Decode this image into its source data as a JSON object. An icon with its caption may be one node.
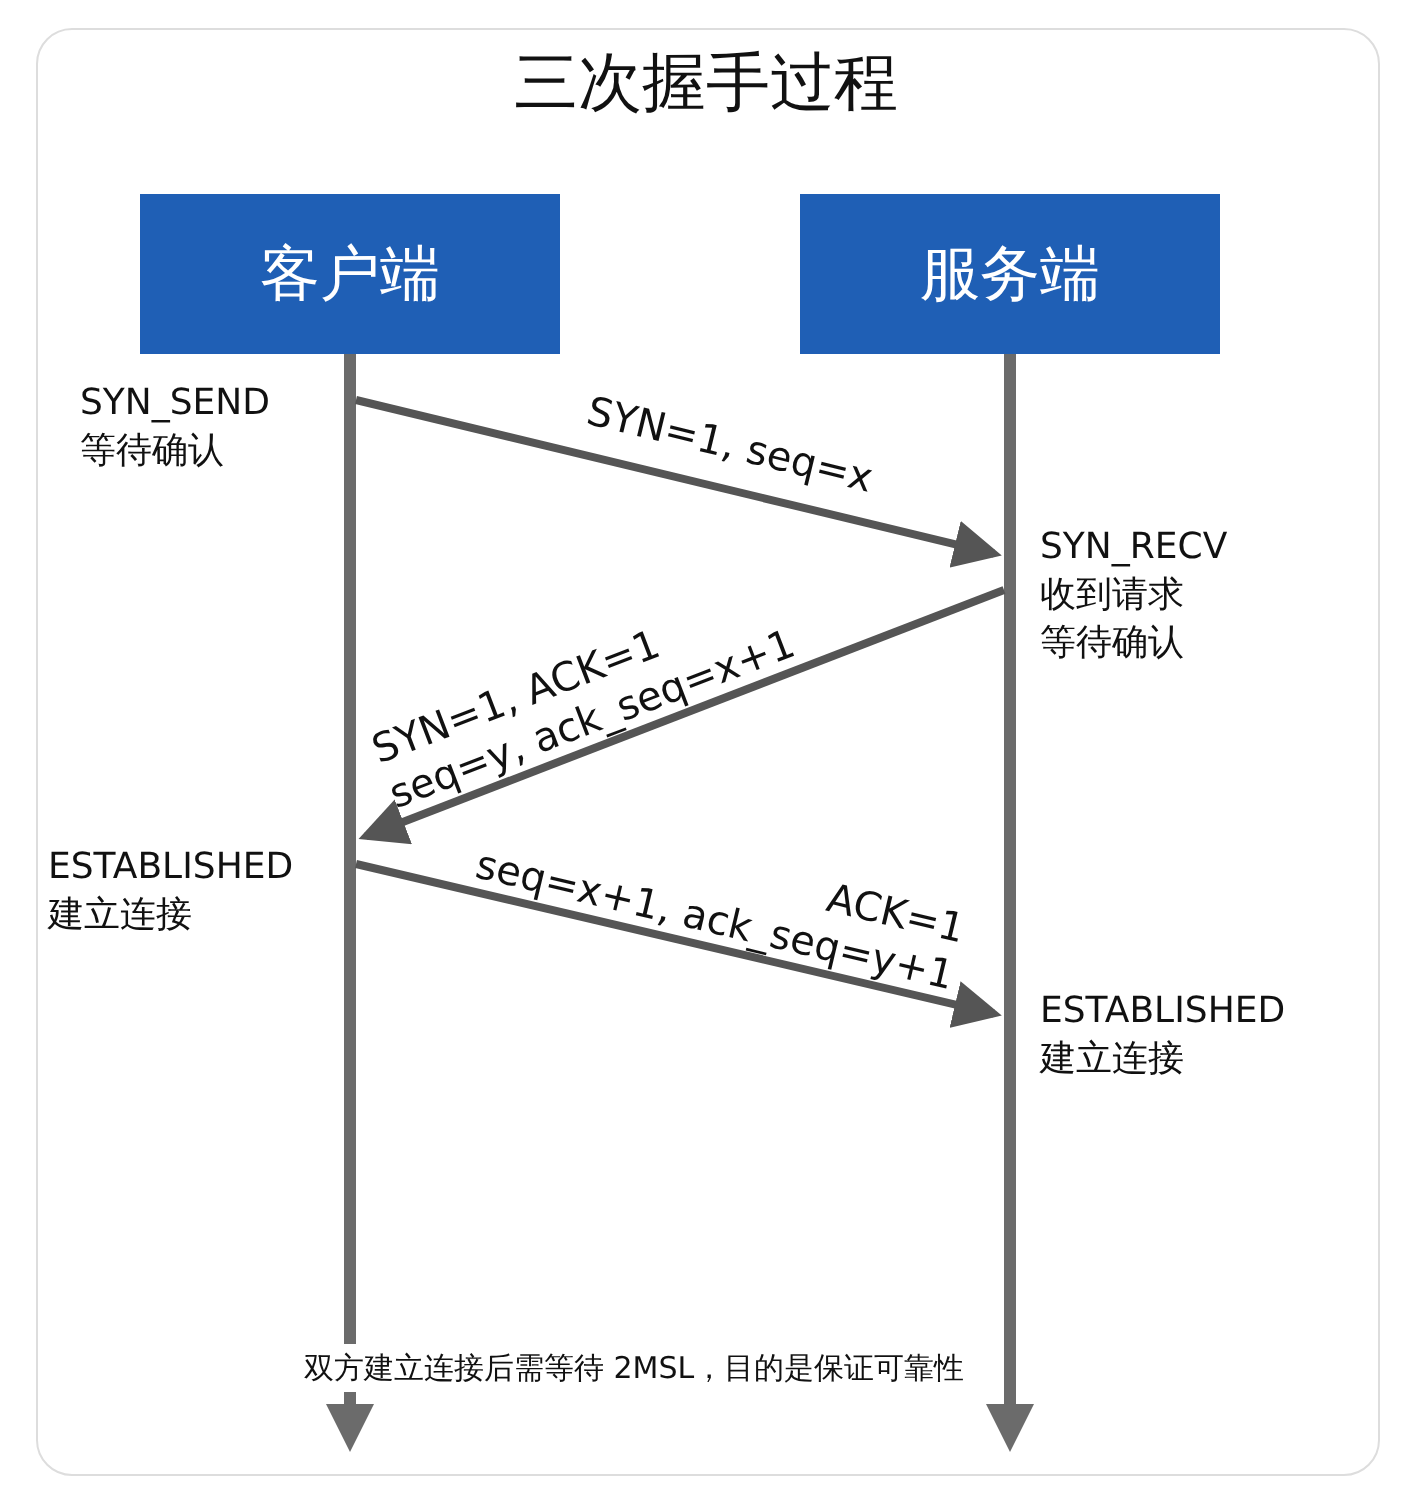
{
  "diagram": {
    "title": "三次握手过程",
    "nodes": [
      {
        "text": [
          "客户端"
        ]
      },
      {
        "text": [
          "服务端"
        ]
      },
      {
        "text": [],
        "shape": "bar"
      },
      {
        "text": [],
        "shape": "bar"
      }
    ],
    "edges": [
      {
        "from": 2,
        "to": 3,
        "arrow": "to",
        "label": "SYN=1, seq=x"
      },
      {
        "from": 3,
        "to": 2,
        "arrow": "to",
        "label": "SYN=1, ACK=1 seq=y, ack_seq=x+1"
      },
      {
        "from": 2,
        "to": 3,
        "arrow": "to",
        "label": "ACK=1 seq=x+1, ack_seq=y+1"
      }
    ],
    "labels": [
      "SYN_SEND 等待确认",
      "SYN_RECV 收到请求等待确认",
      "ESTABLISHED 建立连接",
      "ESTABLISHED 建立连接",
      "双方建立连接后需等待 2MSL，目的是保证可靠性"
    ]
  }
}
